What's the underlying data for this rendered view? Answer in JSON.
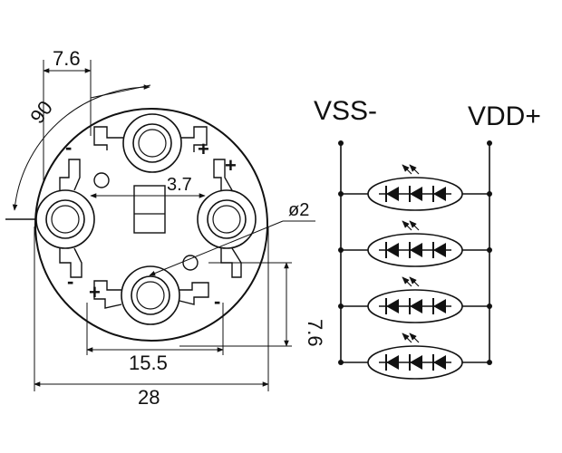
{
  "drawing": {
    "dimensions": {
      "top_width": "7.6",
      "angle": "90",
      "center_spacing": "3.7",
      "hole_diameter": "ø2",
      "right_height": "7.6",
      "pad_span": "15.5",
      "overall_diameter": "28"
    },
    "pad_marks": [
      "-",
      "+",
      "+",
      "-",
      "+",
      "-"
    ]
  },
  "schematic": {
    "left_rail_label": "VSS-",
    "right_rail_label": "VDD+",
    "rows": [
      {
        "leds": 3
      },
      {
        "leds": 3
      },
      {
        "leds": 3
      },
      {
        "leds": 3
      }
    ]
  },
  "colors": {
    "line": "#111111",
    "background": "#ffffff"
  }
}
